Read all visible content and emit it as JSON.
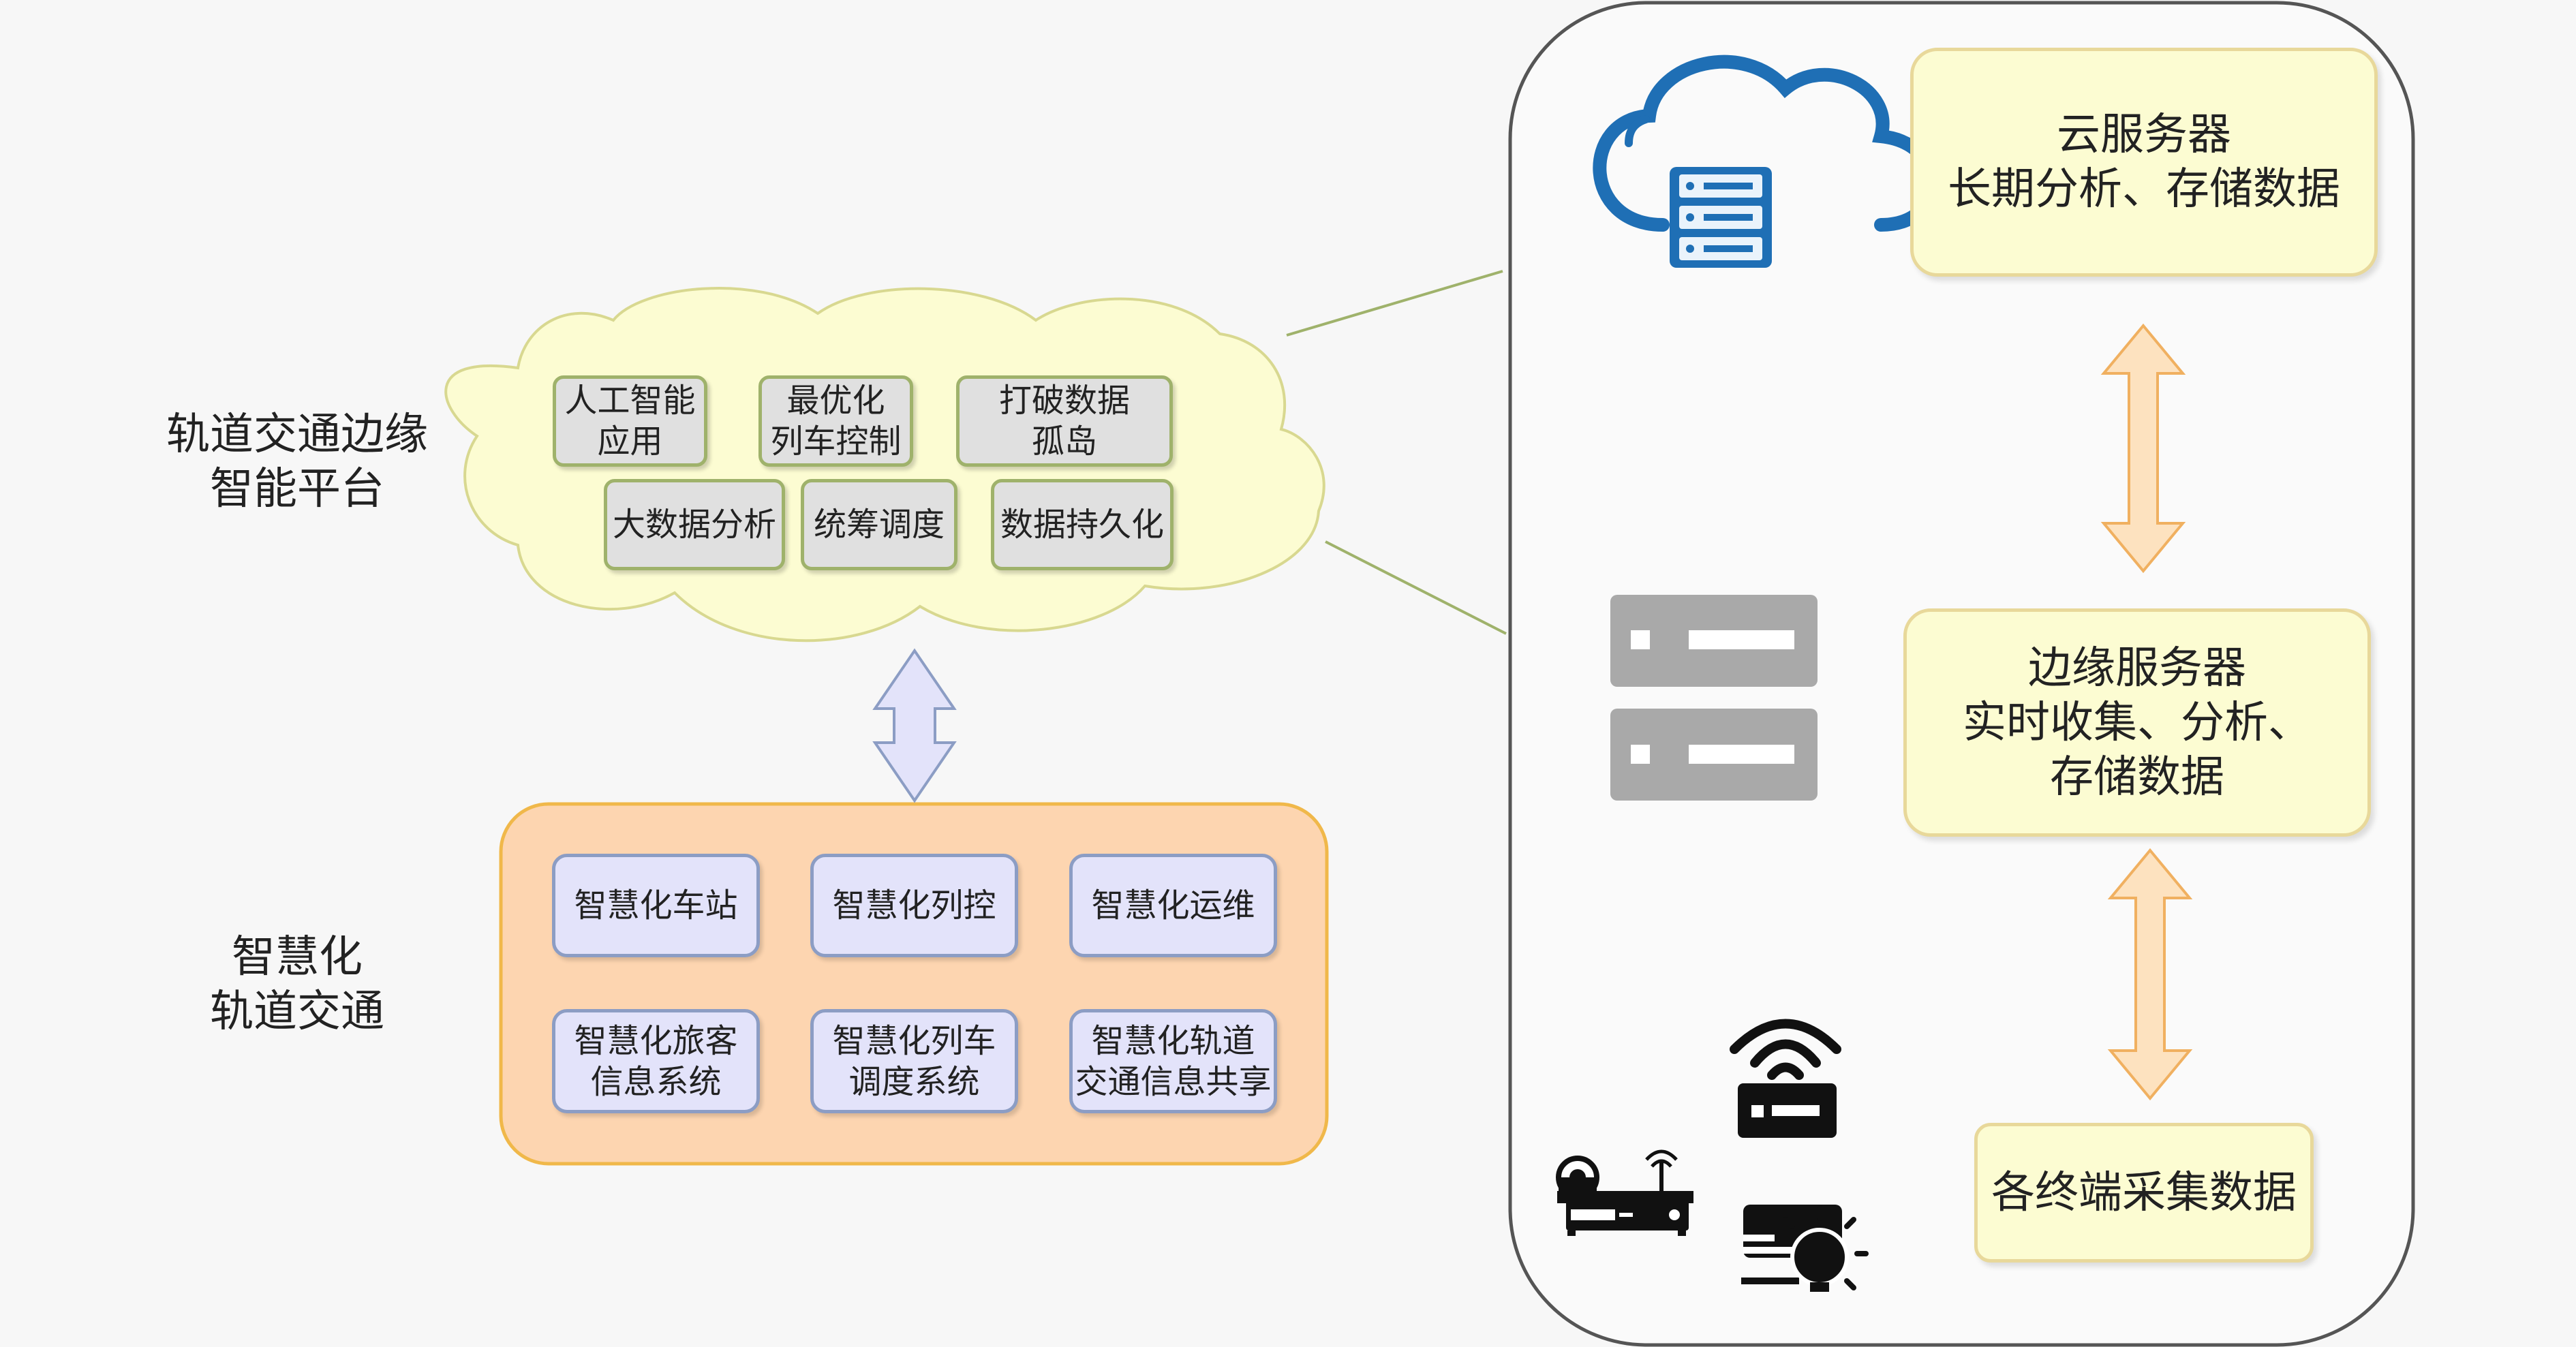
{
  "platform": {
    "label_lines": [
      "轨道交通边缘",
      "智能平台"
    ],
    "modules": [
      {
        "lines": [
          "人工智能",
          "应用"
        ]
      },
      {
        "lines": [
          "最优化",
          "列车控制"
        ]
      },
      {
        "lines": [
          "打破数据",
          "孤岛"
        ]
      },
      {
        "lines": [
          "大数据分析"
        ]
      },
      {
        "lines": [
          "统筹调度"
        ]
      },
      {
        "lines": [
          "数据持久化"
        ]
      }
    ]
  },
  "smart_transit": {
    "label_lines": [
      "智慧化",
      "轨道交通"
    ],
    "modules": [
      {
        "lines": [
          "智慧化车站"
        ]
      },
      {
        "lines": [
          "智慧化列控"
        ]
      },
      {
        "lines": [
          "智慧化运维"
        ]
      },
      {
        "lines": [
          "智慧化旅客",
          "信息系统"
        ]
      },
      {
        "lines": [
          "智慧化列车",
          "调度系统"
        ]
      },
      {
        "lines": [
          "智慧化轨道",
          "交通信息共享"
        ]
      }
    ]
  },
  "architecture": {
    "cloud_server_lines": [
      "云服务器",
      "长期分析、存储数据"
    ],
    "edge_server_lines": [
      "边缘服务器",
      "实时收集、分析、",
      "存储数据"
    ],
    "terminal_lines": [
      "各终端采集数据"
    ]
  },
  "colors": {
    "cloud_fill": "#fcfcd2",
    "cloud_stroke": "#d8d890",
    "module_gray": "#e0e0e0",
    "orange_panel": "#fdd5b0",
    "lavender": "#e3e3fa",
    "cream": "#fcfcd2",
    "orange_arrow": "#fde2bf",
    "blue_icon": "#1f6fb5",
    "gray_icon": "#a9a9a9"
  },
  "icons": [
    "cloud-server-icon",
    "server-rack-icon",
    "router-icon",
    "dvr-camera-icon",
    "card-reader-icon"
  ]
}
